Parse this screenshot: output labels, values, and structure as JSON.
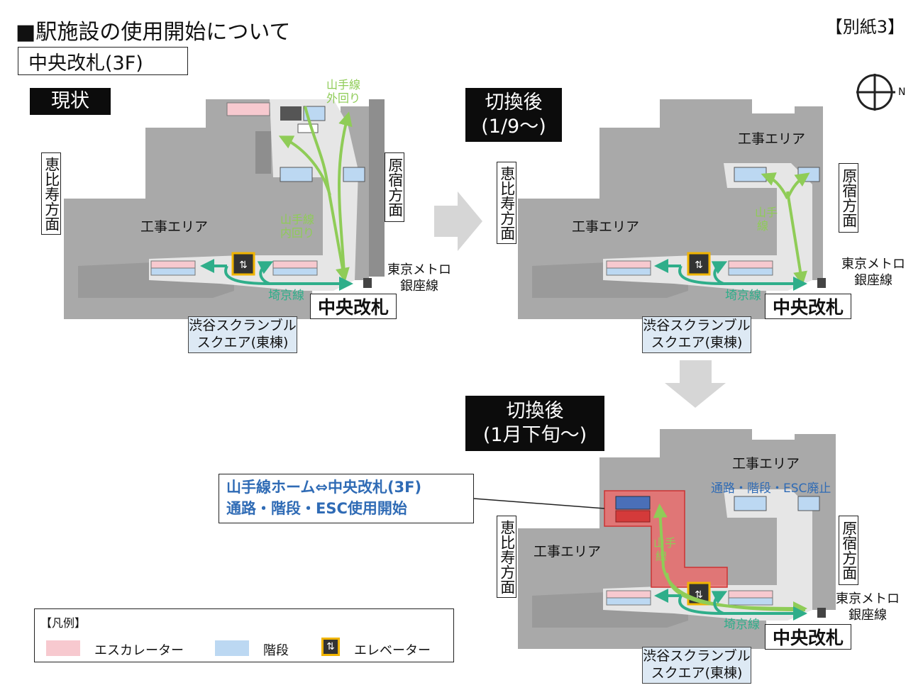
{
  "header": {
    "title": "■駅施設の使用開始について",
    "annex": "【別紙3】",
    "section": "中央改札(3F)"
  },
  "compass": {
    "north_label": "N"
  },
  "panels": [
    {
      "state_label": "現状",
      "west_label": "恵比寿方面",
      "east_label": "原宿方面",
      "construction_label": "工事エリア",
      "yamanote_outer": "山手線\n外回り",
      "yamanote_inner": "山手線\n内回り",
      "saikyo_label": "埼京線",
      "gate_label": "中央改札",
      "metro_label": "東京メトロ\n銀座線",
      "building_label": "渋谷スクランブル\nスクエア(東棟)"
    },
    {
      "state_label": "切換後\n(1/9～)",
      "west_label": "恵比寿方面",
      "east_label": "原宿方面",
      "construction_label": "工事エリア",
      "construction_label_top": "工事エリア",
      "yamanote_label": "山手\n線",
      "saikyo_label": "埼京線",
      "gate_label": "中央改札",
      "metro_label": "東京メトロ\n銀座線",
      "building_label": "渋谷スクランブル\nスクエア(東棟)"
    },
    {
      "state_label": "切換後\n(1月下旬～)",
      "west_label": "恵比寿方面",
      "east_label": "原宿方面",
      "construction_label": "工事エリア",
      "construction_label_top": "工事エリア",
      "abolished_label": "通路・階段・ESC廃止",
      "yamanote_label": "山手\n線",
      "saikyo_label": "埼京線",
      "gate_label": "中央改札",
      "metro_label": "東京メトロ\n銀座線",
      "building_label": "渋谷スクランブル\nスクエア(東棟)"
    }
  ],
  "callout": {
    "line1": "山手線ホーム⇔中央改札(3F)",
    "line2": "通路・階段・ESC使用開始"
  },
  "legend": {
    "title": "【凡例】",
    "items": [
      {
        "label": "エスカレーター",
        "color": "#f7c9cf",
        "icon": "escalator-swatch"
      },
      {
        "label": "階段",
        "color": "#bcd8f2",
        "icon": "stairs-swatch"
      },
      {
        "label": "エレベーター",
        "color": "#f0b400",
        "icon": "elevator-icon"
      }
    ]
  },
  "colors": {
    "building_gray": "#a9a9a9",
    "concourse_light": "#e6e6e6",
    "yamanote_green": "#8fcc57",
    "saikyo_teal": "#2fae8a",
    "new_area_red": "#ea6d6d",
    "arrow_gray": "#d6d6d6",
    "callout_blue": "#2f6bb5"
  }
}
